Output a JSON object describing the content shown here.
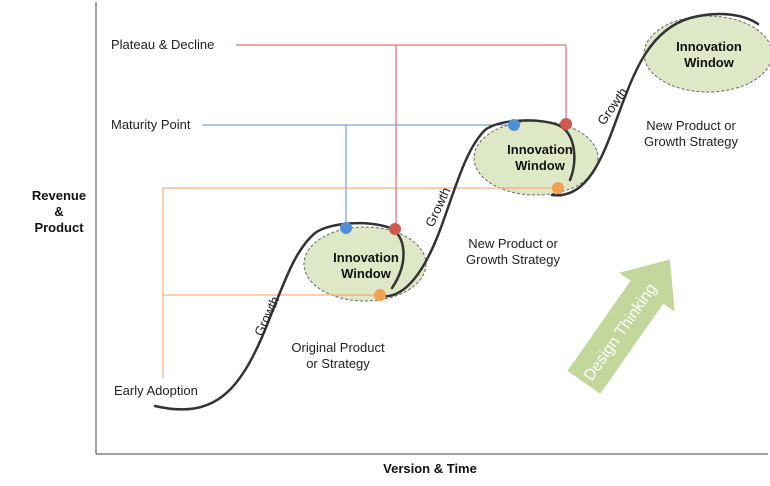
{
  "axes": {
    "y_label": [
      "Revenue",
      "&",
      "Product"
    ],
    "x_label": "Version & Time"
  },
  "markers": {
    "plateau": "Plateau & Decline",
    "maturity": "Maturity Point",
    "early": "Early Adoption"
  },
  "windows": [
    {
      "title_line1": "Innovation",
      "title_line2": "Window"
    },
    {
      "title_line1": "Innovation",
      "title_line2": "Window"
    },
    {
      "title_line1": "Innovation",
      "title_line2": "Window"
    }
  ],
  "growth_label": "Growth",
  "stages": [
    {
      "line1": "Original Product",
      "line2": "or Strategy"
    },
    {
      "line1": "New Product or",
      "line2": "Growth Strategy"
    },
    {
      "line1": "New Product or",
      "line2": "Growth Strategy"
    }
  ],
  "arrow_text": "Design Thinking",
  "colors": {
    "plateau_line": "#d9534f",
    "maturity_line": "#5b8fd6",
    "early_line": "#f5a261",
    "window_fill": "#dfe8c6",
    "arrow_fill": "#c3d69b",
    "curve": "#333333",
    "dot_blue": "#4f8fd8",
    "dot_red": "#d05a4e",
    "dot_orange": "#f3a14f"
  }
}
